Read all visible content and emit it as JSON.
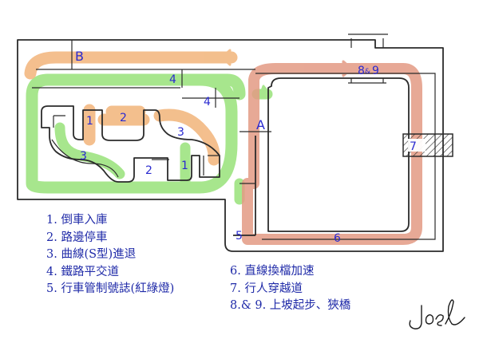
{
  "colors": {
    "orange_route": "#f2b47a",
    "green_route": "#98e27a",
    "salmon_route": "#e39a84",
    "wall": "#2b2b2b",
    "text_blue": "#1f2aa8",
    "label_blue": "#2a2ad0"
  },
  "map_labels": {
    "b": "B",
    "a": "A",
    "s1a": "1",
    "s2a": "2",
    "s3a": "3",
    "s4a": "4",
    "s4b": "4",
    "s3b": "3",
    "s2b": "2",
    "s1b": "1",
    "s5": "5",
    "s6": "6",
    "s7": "7",
    "s89_8": "8",
    "s89_amp": "&",
    "s89_9": "9"
  },
  "legend_left": [
    "1. 倒車入庫",
    "2. 路邊停車",
    "3. 曲線(S型)進退",
    "4. 鐵路平交道",
    "5. 行車管制號誌(紅綠燈)"
  ],
  "legend_right": [
    "6. 直線換檔加速",
    "7. 行人穿越道",
    "8.& 9. 上坡起步、狹橋"
  ],
  "signature": "Joel"
}
